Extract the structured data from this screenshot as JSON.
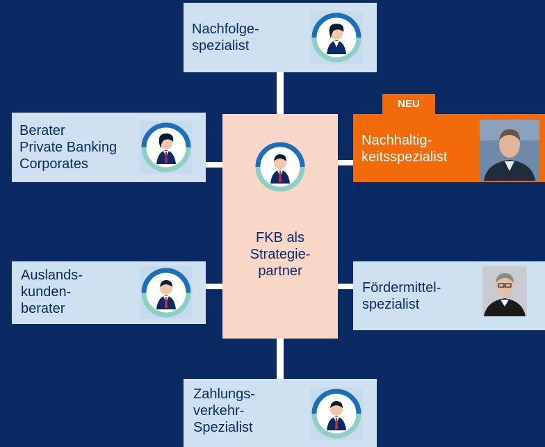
{
  "nodes": {
    "top": {
      "label": "Nachfolge-\nspezialist"
    },
    "left_upper": {
      "label": "Berater\nPrivate Banking\nCorporates"
    },
    "left_lower": {
      "label": "Auslands-\nkunden-\nberater"
    },
    "right_upper": {
      "label": "Nachhaltig-\nkeitsspezialist",
      "badge": "NEU"
    },
    "right_lower": {
      "label": "Fördermittel-\nspezialist"
    },
    "bottom": {
      "label": "Zahlungs-\nverkehr-\nSpezialist"
    },
    "center": {
      "label": "FKB als\nStrategie-\npartner"
    }
  },
  "colors": {
    "background": "#0b2a63",
    "node": "#cfe0f0",
    "center": "#f9d7c8",
    "accent": "#f26a0a"
  }
}
